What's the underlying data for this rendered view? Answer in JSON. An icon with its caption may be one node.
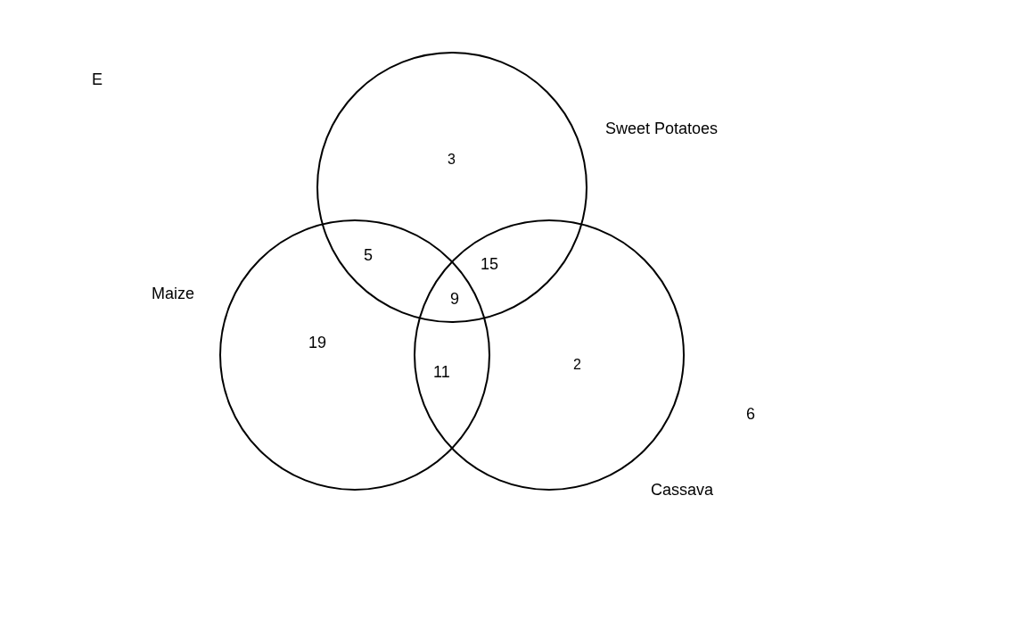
{
  "diagram": {
    "nodes": [
      {
        "text": [
          "Sweet Potatoes"
        ]
      },
      {
        "text": [
          "Maize"
        ]
      },
      {
        "text": [
          "Cassava"
        ]
      }
    ],
    "labels": [
      "E",
      "3",
      "5",
      "15",
      "9",
      "19",
      "11",
      "2",
      "6"
    ]
  }
}
